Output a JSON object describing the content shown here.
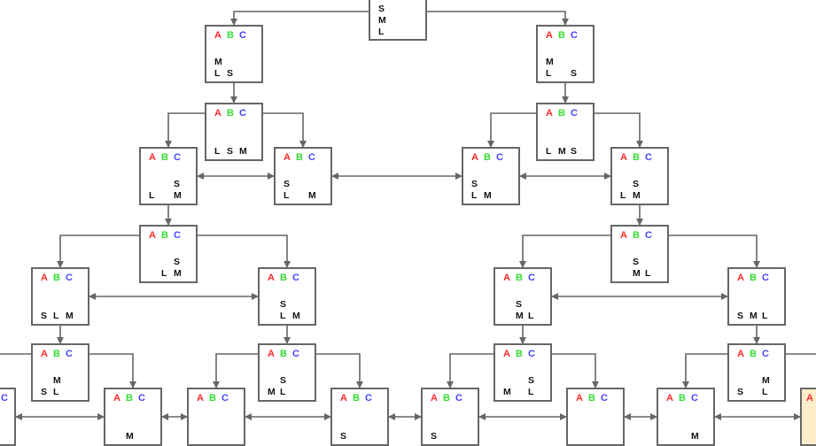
{
  "diagram": {
    "title": "Tower of Hanoi state graph (3 discs, 3 pegs)",
    "peg_labels": [
      "A",
      "B",
      "C"
    ],
    "peg_colors": {
      "A": "#ff2a2a",
      "B": "#33dd33",
      "C": "#4444ff"
    },
    "border_color": "#666666",
    "highlight_color": "#ffecc8",
    "states": [
      {
        "id": "s0",
        "pegs": {
          "A": [
            "L",
            "M",
            "S"
          ],
          "B": [],
          "C": []
        },
        "show_header": false
      },
      {
        "id": "s1",
        "pegs": {
          "A": [
            "L",
            "M"
          ],
          "B": [
            "S"
          ],
          "C": []
        },
        "show_header": true
      },
      {
        "id": "s2",
        "pegs": {
          "A": [
            "L",
            "M"
          ],
          "B": [],
          "C": [
            "S"
          ]
        },
        "show_header": true
      },
      {
        "id": "s3",
        "pegs": {
          "A": [
            "L"
          ],
          "B": [
            "S"
          ],
          "C": [
            "M"
          ]
        },
        "show_header": true
      },
      {
        "id": "s4",
        "pegs": {
          "A": [
            "L"
          ],
          "B": [
            "M"
          ],
          "C": [
            "S"
          ]
        },
        "show_header": true
      },
      {
        "id": "s5",
        "pegs": {
          "A": [
            "L"
          ],
          "B": [],
          "C": [
            "M",
            "S"
          ]
        },
        "show_header": true
      },
      {
        "id": "s6",
        "pegs": {
          "A": [
            "L",
            "S"
          ],
          "B": [],
          "C": [
            "M"
          ]
        },
        "show_header": true
      },
      {
        "id": "s7",
        "pegs": {
          "A": [
            "L",
            "S"
          ],
          "B": [
            "M"
          ],
          "C": []
        },
        "show_header": true
      },
      {
        "id": "s8",
        "pegs": {
          "A": [
            "L"
          ],
          "B": [
            "M",
            "S"
          ],
          "C": []
        },
        "show_header": true
      },
      {
        "id": "s9",
        "pegs": {
          "A": [],
          "B": [
            "L"
          ],
          "C": [
            "M",
            "S"
          ]
        },
        "show_header": true
      },
      {
        "id": "s10",
        "pegs": {
          "A": [],
          "B": [
            "M",
            "S"
          ],
          "C": [
            "L"
          ]
        },
        "show_header": true
      },
      {
        "id": "s11",
        "pegs": {
          "A": [
            "S"
          ],
          "B": [
            "L"
          ],
          "C": [
            "M"
          ]
        },
        "show_header": true
      },
      {
        "id": "s12",
        "pegs": {
          "A": [],
          "B": [
            "L",
            "S"
          ],
          "C": [
            "M"
          ]
        },
        "show_header": true
      },
      {
        "id": "s13",
        "pegs": {
          "A": [],
          "B": [
            "M",
            "S"
          ],
          "C": [
            "L"
          ]
        },
        "show_header": true
      },
      {
        "id": "s14",
        "pegs": {
          "A": [
            "S"
          ],
          "B": [
            "M"
          ],
          "C": [
            "L"
          ]
        },
        "show_header": true
      },
      {
        "id": "s15",
        "pegs": {
          "A": [
            "S"
          ],
          "B": [
            "L",
            "M"
          ],
          "C": []
        },
        "show_header": true
      },
      {
        "id": "s16",
        "pegs": {
          "A": [
            "M"
          ],
          "B": [
            "L",
            "S"
          ],
          "C": []
        },
        "show_header": true
      },
      {
        "id": "s17",
        "pegs": {
          "A": [
            "M"
          ],
          "B": [],
          "C": [
            "L",
            "S"
          ]
        },
        "show_header": true
      },
      {
        "id": "s18",
        "pegs": {
          "A": [
            "S"
          ],
          "B": [],
          "C": [
            "L",
            "M"
          ]
        },
        "show_header": true
      },
      {
        "id": "s19",
        "pegs": {
          "A": [],
          "B": [],
          "C": []
        },
        "show_header": true,
        "partial_header": "C"
      },
      {
        "id": "s20",
        "pegs": {
          "A": [],
          "B": [
            "M"
          ],
          "C": []
        },
        "show_header": true
      },
      {
        "id": "s21",
        "pegs": {
          "A": [],
          "B": [],
          "C": []
        },
        "show_header": true
      },
      {
        "id": "s22",
        "pegs": {
          "A": [
            "S"
          ],
          "B": [],
          "C": []
        },
        "show_header": true
      },
      {
        "id": "s23",
        "pegs": {
          "A": [
            "S"
          ],
          "B": [],
          "C": []
        },
        "show_header": true
      },
      {
        "id": "s24",
        "pegs": {
          "A": [],
          "B": [],
          "C": []
        },
        "show_header": true
      },
      {
        "id": "s25",
        "pegs": {
          "A": [],
          "B": [],
          "C": [
            "M"
          ]
        },
        "show_header": true
      },
      {
        "id": "s26",
        "pegs": {
          "A": [],
          "B": [],
          "C": []
        },
        "show_header": true,
        "partial_header": "A",
        "highlight": true
      }
    ]
  }
}
